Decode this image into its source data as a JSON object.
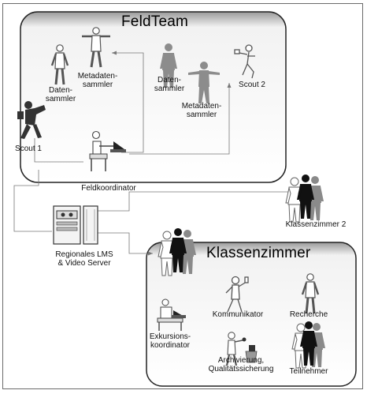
{
  "feldteam": {
    "title": "FeldTeam",
    "datensammler_1": "Daten-\nsammler",
    "metadatensammler_1": "Metadaten-\nsammler",
    "datensammler_2": "Daten-\nsammler",
    "metadatensammler_2": "Metadaten-\nsammler",
    "scout_2": "Scout 2",
    "scout_1": "Scout 1",
    "feldkoordinator": "Feldkoordinator"
  },
  "server": {
    "label": "Regionales LMS\n& Video Server"
  },
  "klassenzimmer_2": {
    "label": "Klassenzimmer  2"
  },
  "klassenzimmer": {
    "title": "Klassenzimmer",
    "kommunikator": "Kommunikator",
    "recherche": "Recherche",
    "exkursionskoordinator": "Exkursions-\nkoordinator",
    "archivierung": "Archivierung,\nQualitätssicherung",
    "teilnehmer": "Teilnehmer"
  }
}
